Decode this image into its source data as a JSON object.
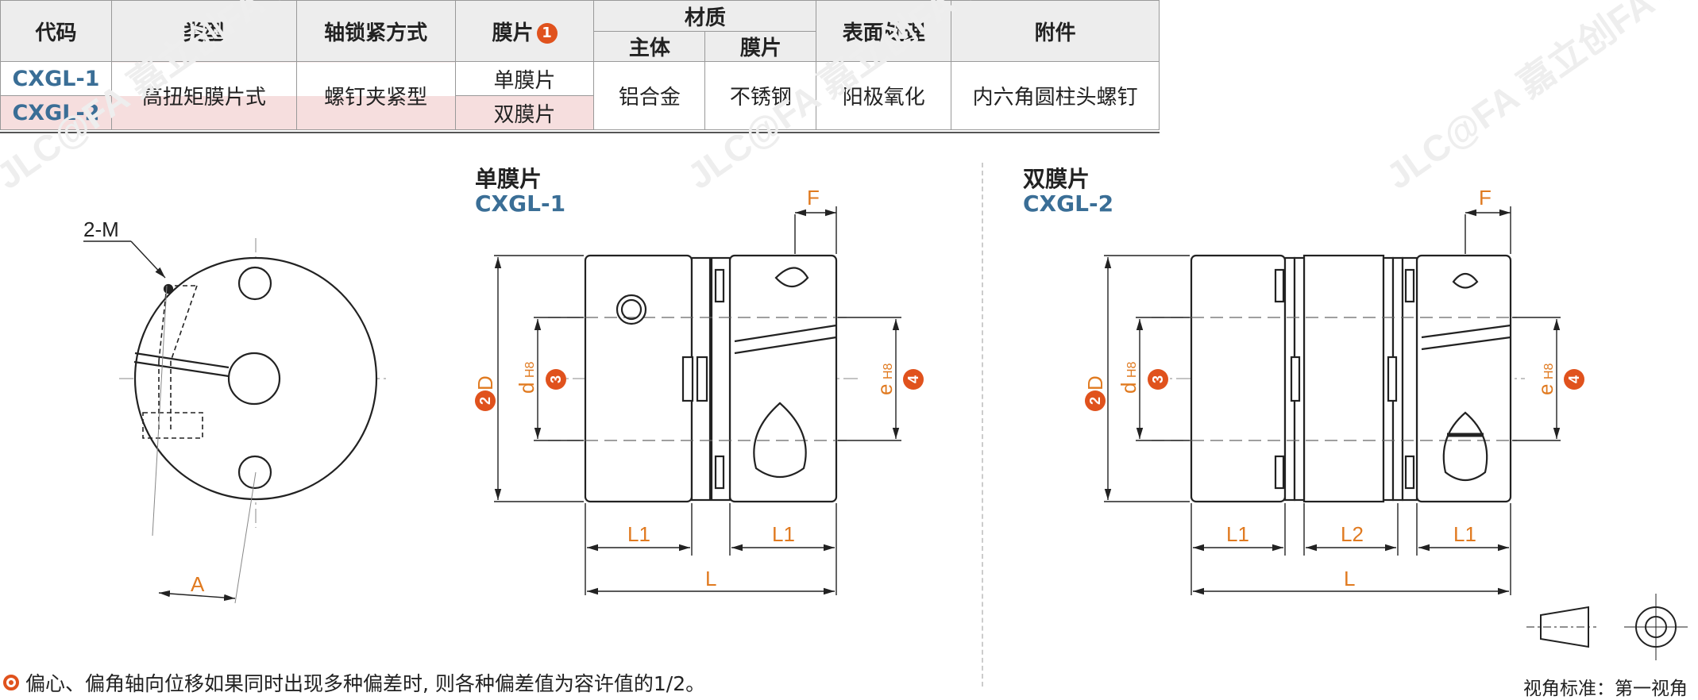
{
  "table": {
    "headers": {
      "code": "代码",
      "type": "类型",
      "lock": "轴锁紧方式",
      "diaphragm": "膜片",
      "diaphragm_badge": "1",
      "material": "材质",
      "body": "主体",
      "diaphragm_sub": "膜片",
      "surface": "表面处理",
      "accessory": "附件"
    },
    "rows": [
      {
        "code": "CXGL-1",
        "diaphragm": "单膜片"
      },
      {
        "code": "CXGL-2",
        "diaphragm": "双膜片"
      }
    ],
    "shared": {
      "type": "高扭矩膜片式",
      "lock": "螺钉夹紧型",
      "body": "铝合金",
      "diaphragm_material": "不锈钢",
      "surface": "阳极氧化",
      "accessory": "内六角圆柱头螺钉"
    }
  },
  "views": {
    "single": {
      "title": "单膜片",
      "code": "CXGL-1"
    },
    "double": {
      "title": "双膜片",
      "code": "CXGL-2"
    }
  },
  "dims": {
    "m_label": "2-M",
    "a": "A",
    "f": "F",
    "d_outer": "D",
    "d_bore": "d",
    "e_bore": "e",
    "h8": "H8",
    "l1": "L1",
    "l2": "L2",
    "l": "L",
    "badge2": "2",
    "badge3": "3",
    "badge4": "4"
  },
  "note": "偏心、偏角轴向位移如果同时出现多种偏差时, 则各种偏差值为容许值的1/2。",
  "view_standard": "视角标准：第一视角",
  "watermark": "JLC@FA 嘉立创FA WWW.JLCFA.COM",
  "colors": {
    "accent": "#e0521d",
    "code_blue": "#3a6e96",
    "highlight": "#f6dede",
    "header_bg": "#ededed"
  }
}
